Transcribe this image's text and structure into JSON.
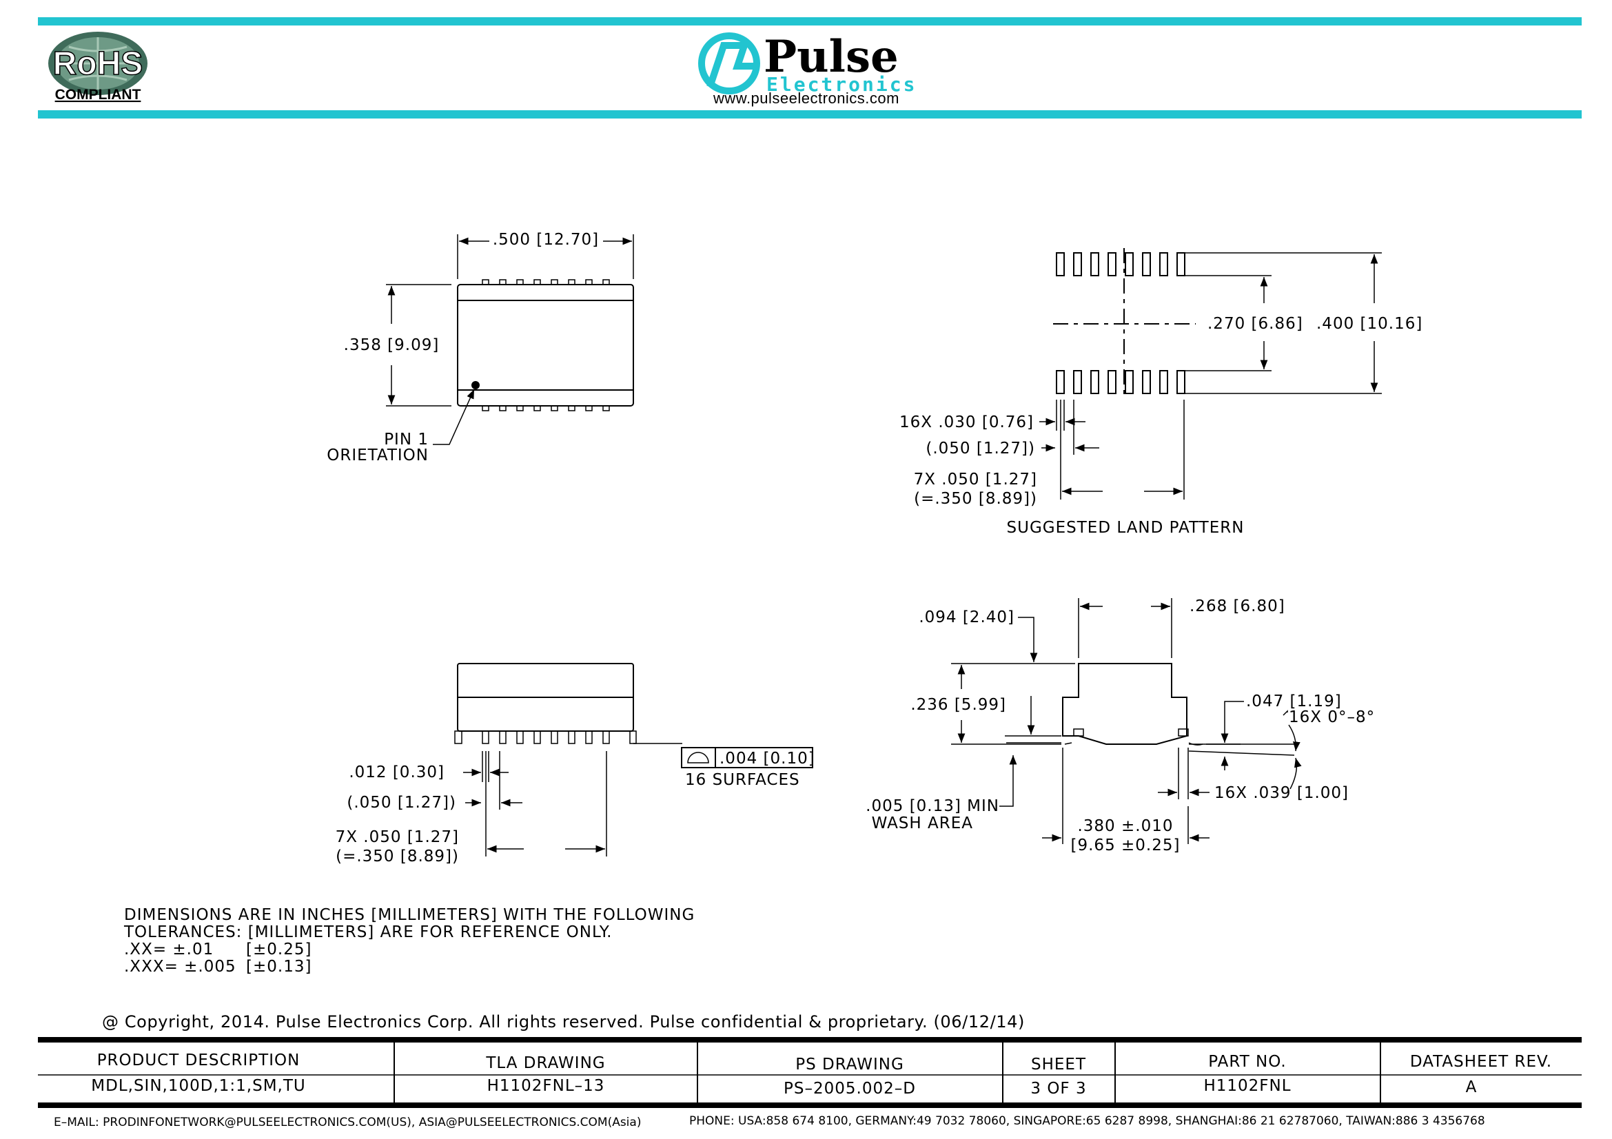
{
  "header": {
    "rohs_text": "RoHS",
    "rohs_compliant": "COMPLIANT",
    "brand_name": "Pulse",
    "brand_sub": "Electronics",
    "website": "www.pulseelectronics.com",
    "accent_color": "#22c4d0"
  },
  "top_view": {
    "width_dim": ".500  [12.70]",
    "height_dim": ".358  [9.09]",
    "pin1_line1": "PIN  1",
    "pin1_line2": "ORIETATION"
  },
  "land_pattern": {
    "dim_270": ".270  [6.86]",
    "dim_400": ".400  [10.16]",
    "pad_width": "16X  .030  [0.76]",
    "pad_pitch": "(.050  [1.27])",
    "pitch_line1": "7X  .050  [1.27]",
    "pitch_line2": "(=.350  [8.89])",
    "caption": "SUGGESTED  LAND  PATTERN"
  },
  "front_view": {
    "lead_width": ".012  [0.30]",
    "lead_pitch": "(.050  [1.27])",
    "pitch_line1": "7X  .050  [1.27]",
    "pitch_line2": "(=.350  [8.89])",
    "coplanarity": ".004  [0.10]",
    "surfaces": "16  SURFACES"
  },
  "side_view": {
    "dim_268": ".268  [6.80]",
    "dim_094": ".094  [2.40]",
    "dim_236": ".236  [5.99]",
    "dim_047": ".047  [1.19]",
    "angle": "16X  0°–8°",
    "lead_039": "16X  .039  [1.00]",
    "wash_line1": ".005  [0.13]  MIN",
    "wash_line2": "WASH  AREA",
    "span_line1": ".380  ±.010",
    "span_line2": "[9.65  ±0.25]"
  },
  "notes": {
    "line1": "DIMENSIONS  ARE  IN  INCHES  [MILLIMETERS]  WITH  THE  FOLLOWING",
    "line2": "TOLERANCES:    [MILLIMETERS]  ARE  FOR  REFERENCE  ONLY.",
    "line3_a": ".XX=  ±.01",
    "line3_b": "[±0.25]",
    "line4_a": ".XXX=  ±.005",
    "line4_b": "[±0.13]"
  },
  "copyright": "@  Copyright,  2014.  Pulse  Electronics  Corp.  All  rights  reserved.  Pulse  confidential  &  proprietary.  (06/12/14)",
  "title_block": {
    "headers": [
      "PRODUCT  DESCRIPTION",
      "TLA  DRAWING",
      "PS  DRAWING",
      "SHEET",
      "PART  NO.",
      "DATASHEET  REV."
    ],
    "values": [
      "MDL,SIN,100D,1:1,SM,TU",
      "H1102FNL–13",
      "PS–2005.002–D",
      "3  OF  3",
      "H1102FNL",
      "A"
    ]
  },
  "footer": {
    "email": "E–MAIL: PRODINFONETWORK@PULSEELECTRONICS.COM(US),  ASIA@PULSEELECTRONICS.COM(Asia)",
    "phone": "PHONE: USA:858  674  8100,  GERMANY:49  7032  78060,  SINGAPORE:65  6287  8998,  SHANGHAI:86  21  62787060,  TAIWAN:886  3  4356768"
  }
}
